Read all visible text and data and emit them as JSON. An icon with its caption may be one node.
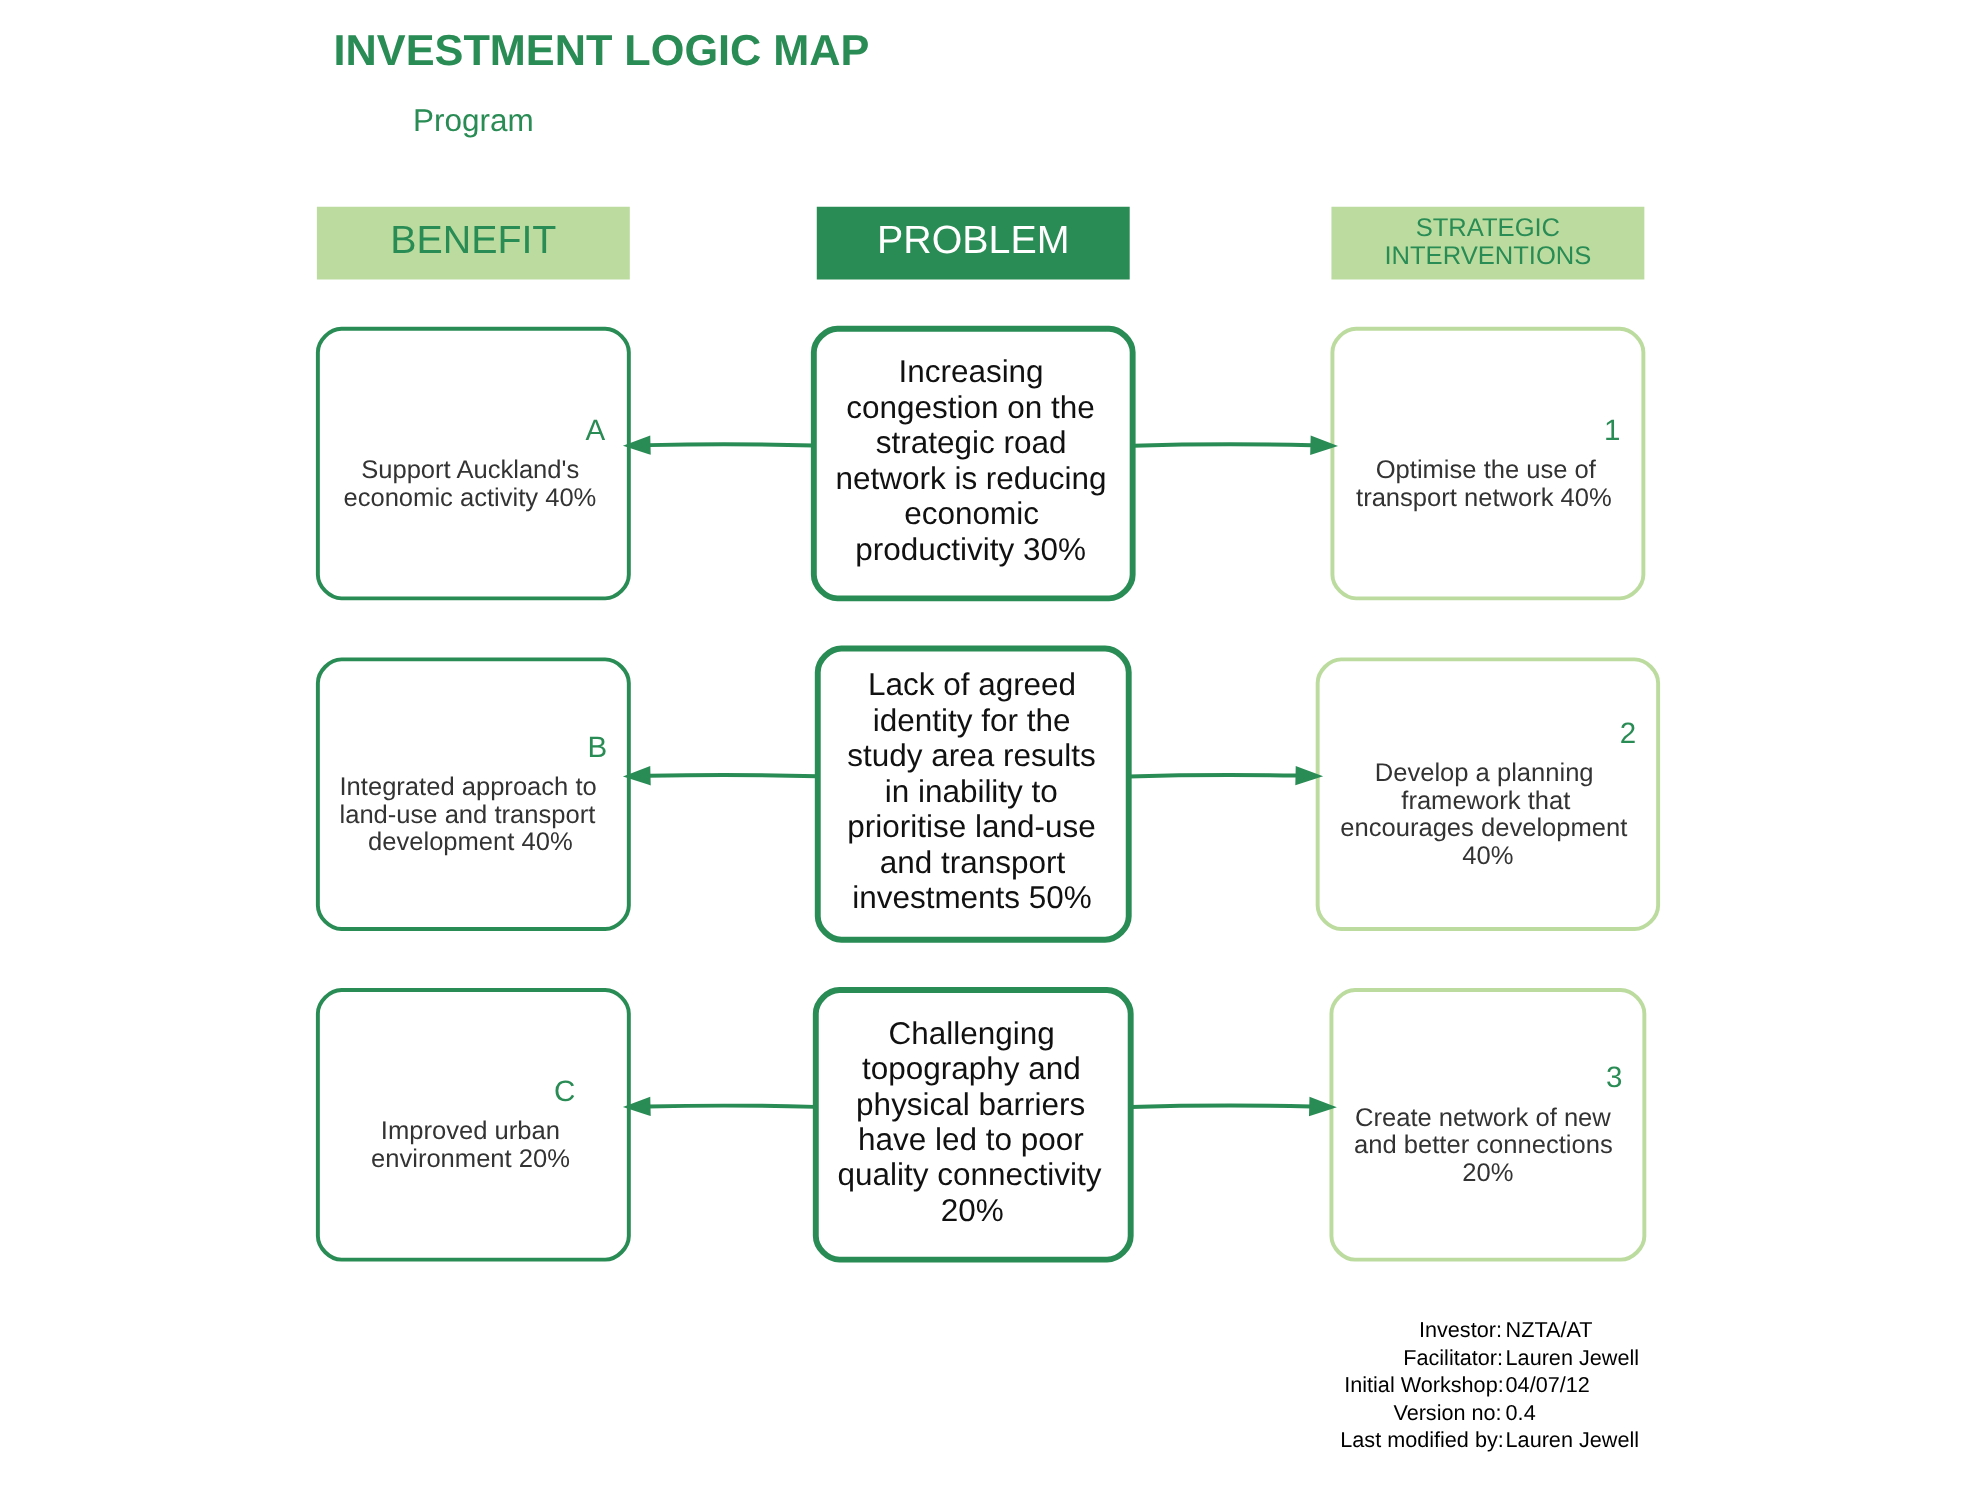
{
  "diagram": {
    "title": "INVESTMENT LOGIC MAP",
    "nodes": [
      {
        "text": [
          "A",
          "Support Auckland's economic activity 40%"
        ]
      },
      {
        "text": [
          "Increasing congestion on the strategic road network is reducing economic productivity 30%"
        ]
      },
      {
        "text": [
          "1",
          "Optimise the use of transport network 40%"
        ]
      },
      {
        "text": [
          "B",
          "Integrated approach to land-use and transport development 40%"
        ]
      },
      {
        "text": [
          "Lack of agreed identity for the study area results in inability to prioritise land-use and transport investments 50%"
        ]
      },
      {
        "text": [
          "2",
          "Develop a planning framework that encourages development 40%"
        ]
      },
      {
        "text": [
          "C",
          "Improved urban environment 20%"
        ]
      },
      {
        "text": [
          "Challenging topography and physical barriers have led to poor quality connectivity 20%"
        ]
      },
      {
        "text": [
          "3",
          "Create network of new and better connections 20%"
        ]
      }
    ],
    "edges": [
      {
        "from": 1,
        "to": 0,
        "arrow": "to"
      },
      {
        "from": 1,
        "to": 2,
        "arrow": "to"
      },
      {
        "from": 4,
        "to": 3,
        "arrow": "to"
      },
      {
        "from": 4,
        "to": 5,
        "arrow": "to"
      },
      {
        "from": 7,
        "to": 6,
        "arrow": "to"
      },
      {
        "from": 7,
        "to": 8,
        "arrow": "to"
      }
    ],
    "labels": [
      "Program",
      "Investor:",
      "NZTA/AT",
      "Facilitator:",
      "Lauren Jewell",
      "Initial Workshop:",
      "04/07/12",
      "Version no:",
      "0.4",
      "Last modified by:",
      "Lauren Jewell",
      "BENEFIT",
      "PROBLEM",
      "STRATEGIC INTERVENTIONS"
    ]
  }
}
